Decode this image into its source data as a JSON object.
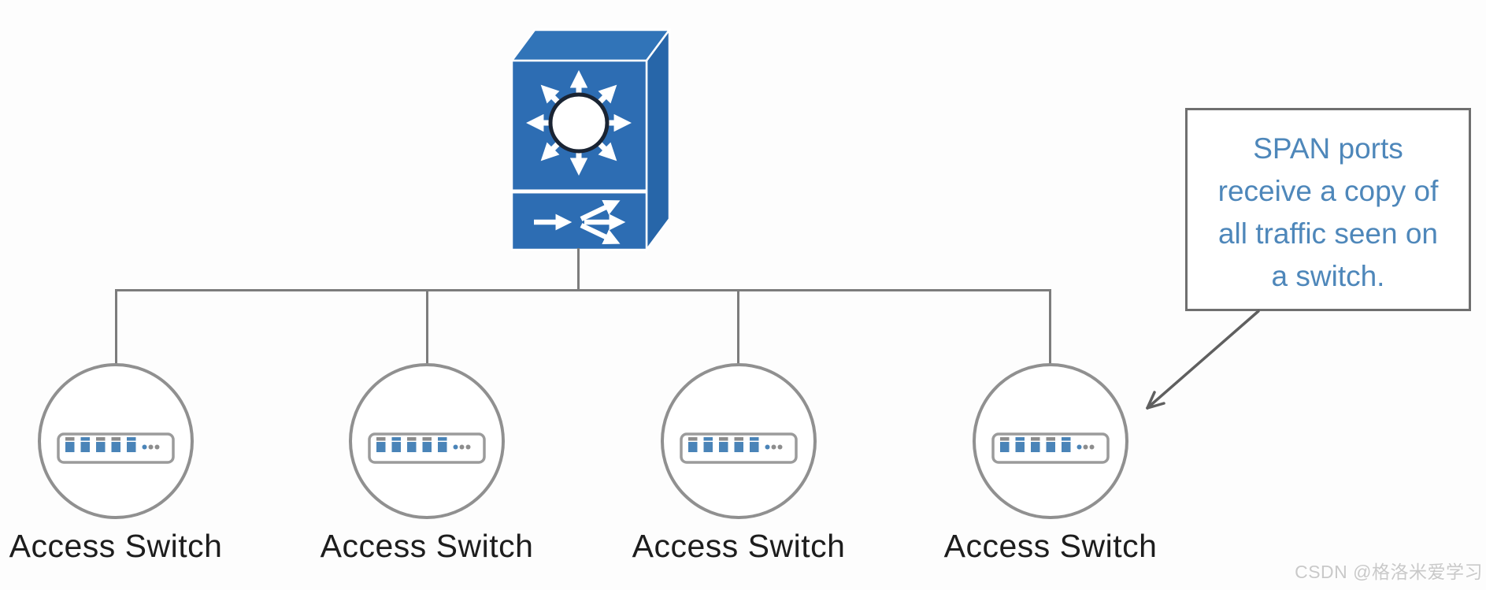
{
  "diagram": {
    "core_switch": {
      "type": "multilayer-switch-icon",
      "color": "#2d6db3"
    },
    "access_switches": [
      {
        "label": "Access Switch"
      },
      {
        "label": "Access Switch"
      },
      {
        "label": "Access Switch"
      },
      {
        "label": "Access Switch"
      }
    ],
    "callout": {
      "lines": [
        "SPAN ports",
        "receive a copy of",
        "all traffic seen on",
        "a switch."
      ]
    },
    "watermark": "CSDN @格洛米爱学习",
    "colors": {
      "switch_blue_front": "#2d6db3",
      "switch_blue_top": "#3174b8",
      "switch_blue_side": "#2766a9",
      "port_blue": "#4a84b8",
      "callout_text_blue": "#4e87ba",
      "connector_gray": "#7c7c7c",
      "circle_border_gray": "#909090",
      "label_black": "#1d1d1d",
      "watermark_gray": "#c9c9c9"
    }
  }
}
